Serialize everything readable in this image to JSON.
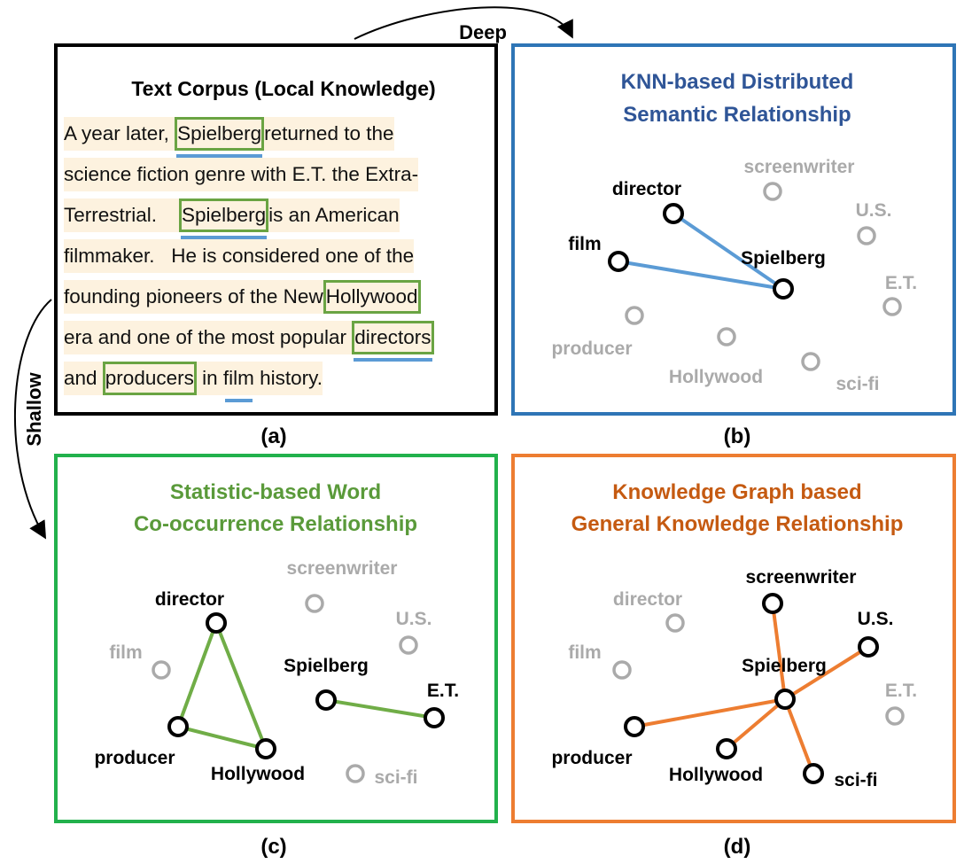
{
  "arrows": {
    "deep": "Deep",
    "shallow": "Shallow"
  },
  "panels": {
    "a": {
      "caption": "(a)",
      "title": "Text Corpus (Local Knowledge)",
      "lines": [
        [
          {
            "t": "A year later, "
          },
          {
            "t": "Spielberg",
            "box": true,
            "ul": true
          },
          {
            "t": "returned to the"
          }
        ],
        [
          {
            "t": "science fiction genre with E.T. the Extra-"
          }
        ],
        [
          {
            "t": "Terrestrial.    "
          },
          {
            "t": "Spielberg",
            "box": true,
            "ul": true
          },
          {
            "t": "is an American"
          }
        ],
        [
          {
            "t": "filmmaker.   He is considered one of the"
          }
        ],
        [
          {
            "t": "founding pioneers of the New"
          },
          {
            "t": "Hollywood",
            "box": true
          }
        ],
        [
          {
            "t": "era and one of the most popular "
          },
          {
            "t": "directors",
            "box": true,
            "ul": true
          }
        ],
        [
          {
            "t": "and "
          },
          {
            "t": "producers",
            "box": true
          },
          {
            "t": " in "
          },
          {
            "t": "film",
            "ul": true
          },
          {
            "t": " history."
          }
        ]
      ]
    },
    "b": {
      "caption": "(b)",
      "title_lines": [
        "KNN-based Distributed",
        "Semantic Relationship"
      ],
      "color": "#2f5597",
      "border": "#2e75b6",
      "edge_color": "#5b9bd5",
      "active": [
        "director",
        "film",
        "Spielberg"
      ],
      "edges": [
        [
          "director",
          "Spielberg"
        ],
        [
          "film",
          "Spielberg"
        ]
      ]
    },
    "c": {
      "caption": "(c)",
      "title_lines": [
        "Statistic-based Word",
        "Co-occurrence Relationship"
      ],
      "color": "#5a9a3a",
      "border": "#22b14c",
      "edge_color": "#70ad47",
      "active": [
        "director",
        "producer",
        "Hollywood",
        "Spielberg",
        "E.T."
      ],
      "edges": [
        [
          "director",
          "producer"
        ],
        [
          "director",
          "Hollywood"
        ],
        [
          "producer",
          "Hollywood"
        ],
        [
          "Spielberg",
          "E.T."
        ]
      ]
    },
    "d": {
      "caption": "(d)",
      "title_lines": [
        "Knowledge Graph based",
        "General Knowledge Relationship"
      ],
      "color": "#c55a11",
      "border": "#ed7d31",
      "edge_color": "#ed7d31",
      "active": [
        "screenwriter",
        "U.S.",
        "Spielberg",
        "producer",
        "Hollywood",
        "sci-fi"
      ],
      "edges": [
        [
          "Spielberg",
          "screenwriter"
        ],
        [
          "Spielberg",
          "U.S."
        ],
        [
          "Spielberg",
          "producer"
        ],
        [
          "Spielberg",
          "Hollywood"
        ],
        [
          "Spielberg",
          "sci-fi"
        ]
      ]
    }
  },
  "nodes": [
    "director",
    "film",
    "Spielberg",
    "screenwriter",
    "U.S.",
    "E.T.",
    "producer",
    "Hollywood",
    "sci-fi"
  ]
}
